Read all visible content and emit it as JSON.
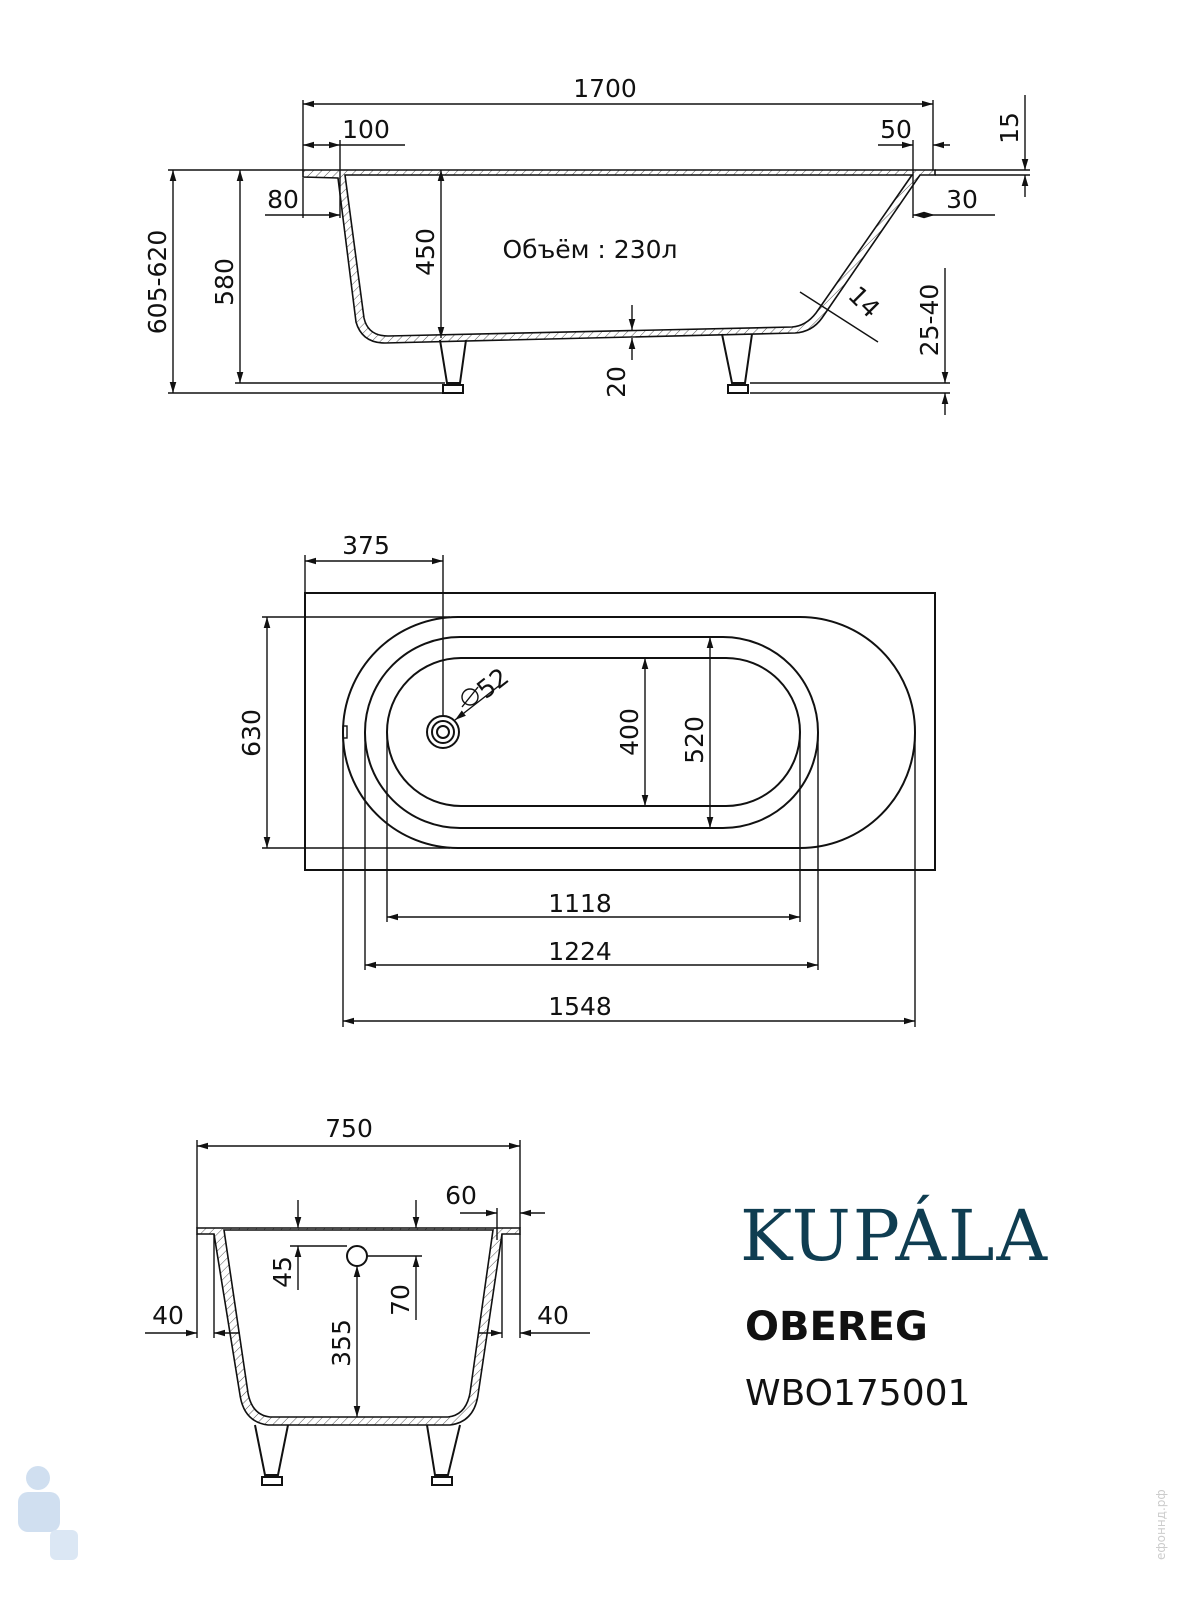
{
  "side_view": {
    "volume_label": "Объём : 230л",
    "dims": {
      "length": "1700",
      "left_rim": "100",
      "right_rim": "50",
      "rim_thickness": "15",
      "left_offset": "80",
      "right_offset": "30",
      "total_height": "605-620",
      "body_height": "580",
      "depth": "450",
      "wall": "14",
      "leg_adjust": "25-40",
      "bottom": "20"
    }
  },
  "plan_view": {
    "dims": {
      "drain_offset": "375",
      "width": "630",
      "drain_diameter": "52",
      "inner_width": "400",
      "mid_width": "520",
      "inner_length": "1118",
      "mid_length": "1224",
      "outer_length": "1548"
    }
  },
  "end_view": {
    "dims": {
      "width": "750",
      "rim": "60",
      "overflow_top": "45",
      "overflow_center": "70",
      "left_wall": "40",
      "right_wall": "40",
      "overflow_height": "355"
    }
  },
  "brand": {
    "logo": "KUPÁLA",
    "model": "OBEREG",
    "code": "WBO175001"
  },
  "watermark": "ефоннд.рф"
}
